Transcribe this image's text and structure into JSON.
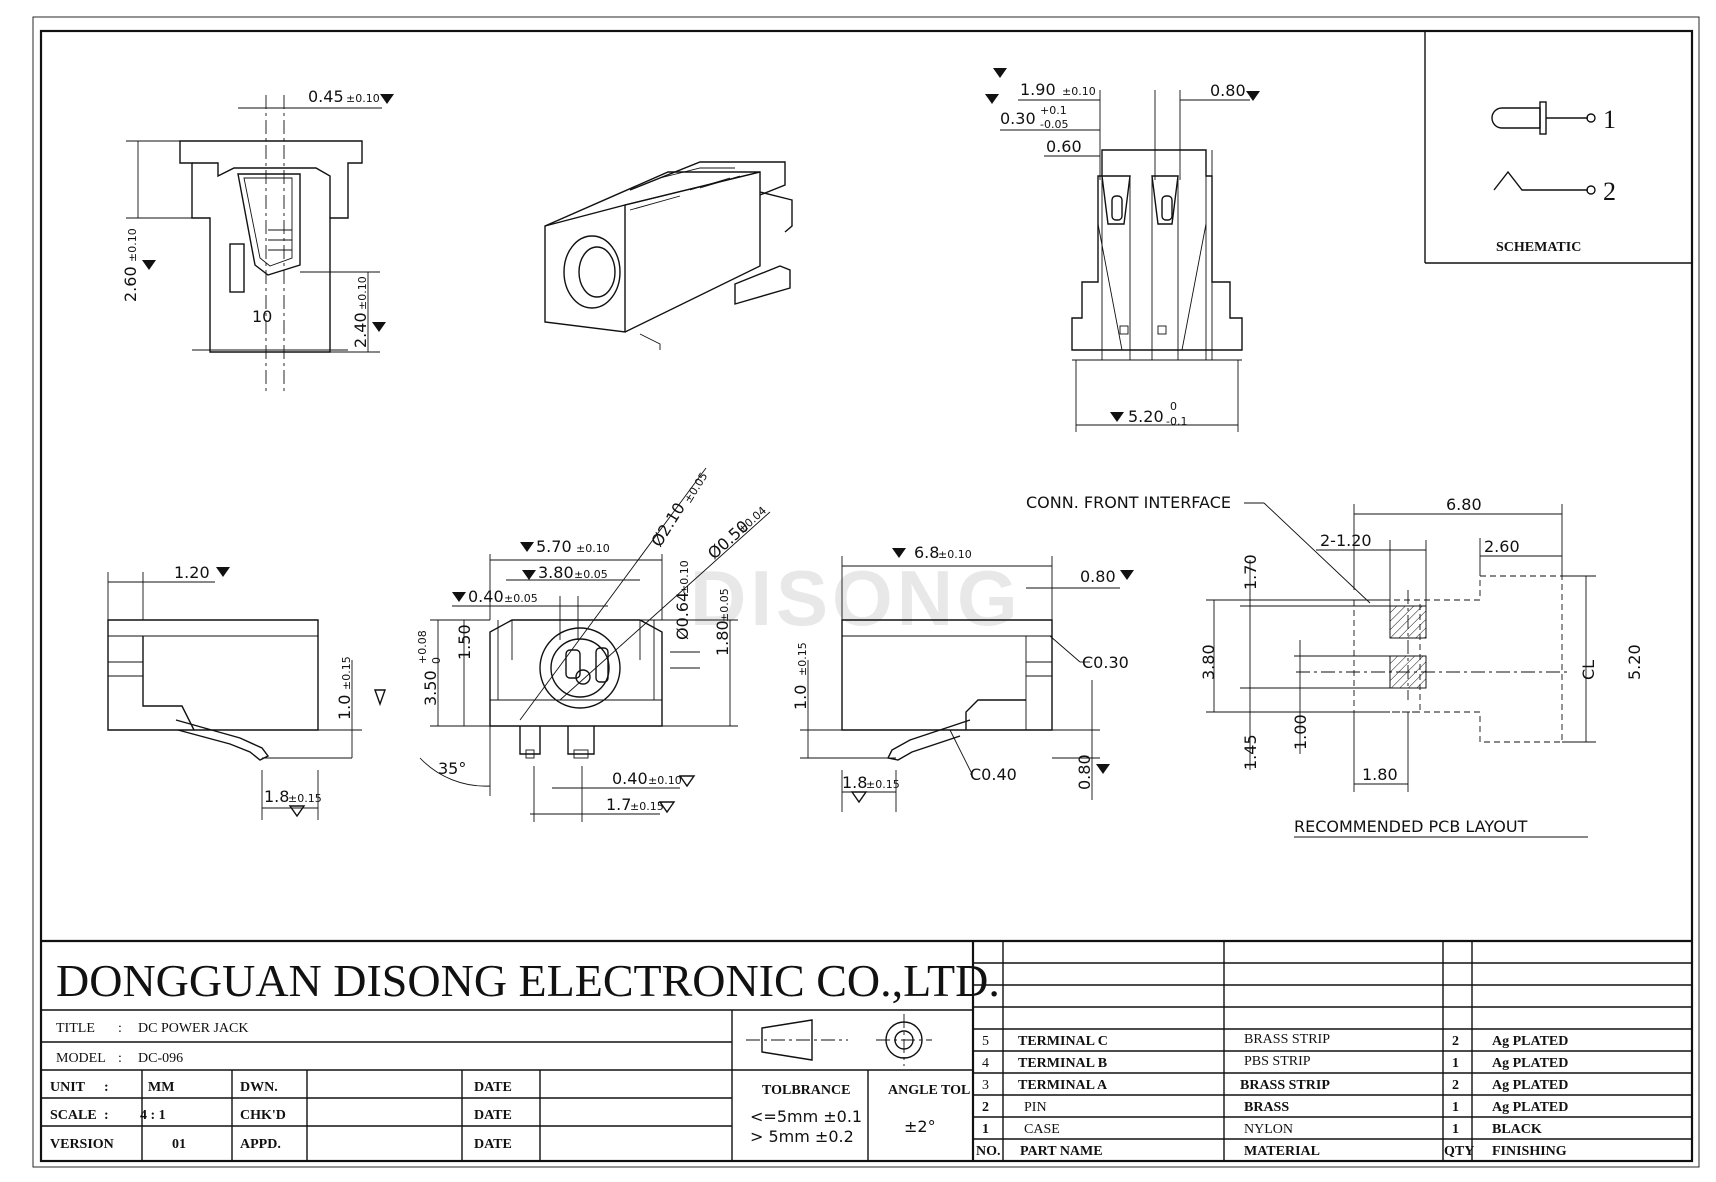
{
  "company": "DONGGUAN DISONG ELECTRONIC CO.,LTD.",
  "watermark": "DISONG",
  "title_block": {
    "title_label": "TITLE",
    "title_value": "DC POWER JACK",
    "model_label": "MODEL",
    "model_value": "DC-096",
    "unit_label": "UNIT",
    "unit_value": "MM",
    "scale_label": "SCALE",
    "scale_value": "4 : 1",
    "version_label": "VERSION",
    "version_value": "01",
    "dwn_label": "DWN.",
    "chkd_label": "CHK'D",
    "appd_label": "APPD.",
    "date_label": "DATE",
    "colon": ":"
  },
  "tolerance": {
    "title": "TOLBRANCE",
    "line1": "<=5mm  ±0.1",
    "line2": "> 5mm  ±0.2",
    "angle_title": "ANGLE TOL",
    "angle_value": "±2°"
  },
  "bom": {
    "header": {
      "no": "NO.",
      "part": "PART NAME",
      "material": "MATERIAL",
      "qty": "QTY",
      "finishing": "FINISHING"
    },
    "rows": [
      {
        "no": "5",
        "part": "TERMINAL C",
        "material": "BRASS STRIP",
        "qty": "2",
        "finishing": "Ag PLATED"
      },
      {
        "no": "4",
        "part": "TERMINAL B",
        "material": "PBS STRIP",
        "qty": "1",
        "finishing": "Ag PLATED"
      },
      {
        "no": "3",
        "part": "TERMINAL A",
        "material": "BRASS STRIP",
        "qty": "2",
        "finishing": "Ag PLATED"
      },
      {
        "no": "2",
        "part": "PIN",
        "material": "BRASS",
        "qty": "1",
        "finishing": "Ag PLATED"
      },
      {
        "no": "1",
        "part": "CASE",
        "material": "NYLON",
        "qty": "1",
        "finishing": "BLACK"
      }
    ]
  },
  "schematic": {
    "label": "SCHEMATIC",
    "pin1": "1",
    "pin2": "2"
  },
  "pcb_layout": {
    "label": "RECOMMENDED PCB LAYOUT",
    "front_interface": "CONN. FRONT INTERFACE",
    "dims": {
      "d680": "6.80",
      "d2x120": "2-1.20",
      "d260": "2.60",
      "d170": "1.70",
      "d380": "3.80",
      "d520": "5.20",
      "d145": "1.45",
      "d100": "1.00",
      "d180": "1.80",
      "cl": "CL"
    }
  },
  "dims": {
    "d045": "0.45",
    "tol010": "±0.10",
    "d260": "2.60",
    "d240": "2.40",
    "label10": "10",
    "d190": "1.90",
    "d030": "0.30",
    "tolp01": "+0.1",
    "tolm005": "-0.05",
    "d060": "0.60",
    "d080": "0.80",
    "d520": "5.20",
    "tol0": "0",
    "tolm01": "-0.1",
    "d120": "1.20",
    "d10": "1.0",
    "tol015": "±0.15",
    "d18": "1.8",
    "d570": "5.70",
    "d380": "3.80",
    "tol005": "±0.05",
    "d040": "0.40",
    "d350": "3.50",
    "tolp008": "+0.08",
    "tol0b": "0",
    "d150": "1.50",
    "phi210": "Ø2.10",
    "phi050": "Ø0.50",
    "tol004": "±0.04",
    "phi064": "Ø0.64",
    "d180": "1.80",
    "angle35": "35°",
    "d17": "1.7",
    "d68": "6.8",
    "c030": "C0.30",
    "c040": "C0.40"
  }
}
